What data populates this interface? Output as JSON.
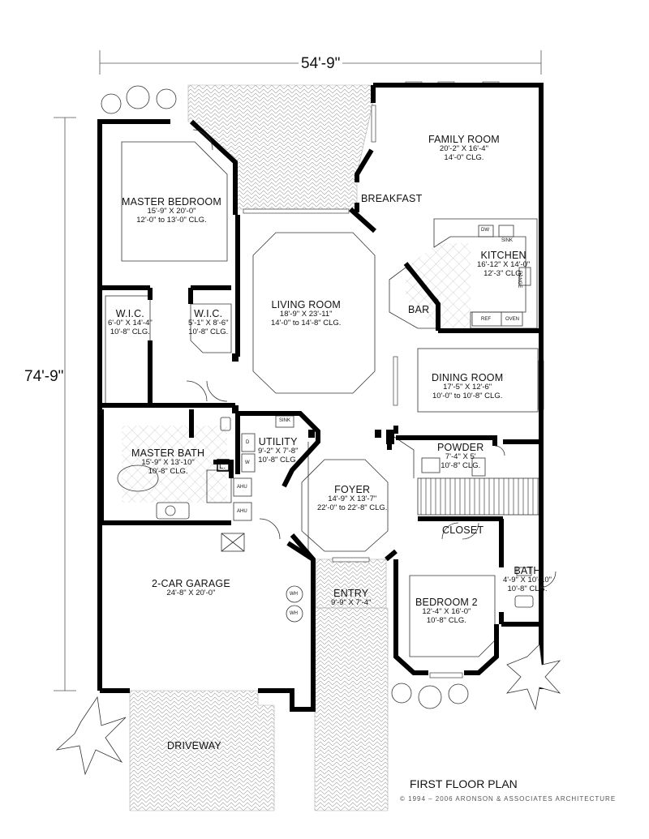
{
  "drawing": {
    "title": "FIRST FLOOR PLAN",
    "copyright": "© 1994 – 2006 ARONSON & ASSOCIATES ARCHITECTURE",
    "overall_width": "54'-9\"",
    "overall_depth": "74'-9\""
  },
  "rooms": {
    "family_room": {
      "name": "FAMILY ROOM",
      "size": "20'-2\" X 16'-4\"",
      "ceiling": "14'-0\" CLG."
    },
    "breakfast": {
      "name": "BREAKFAST"
    },
    "master_bedroom": {
      "name": "MASTER BEDROOM",
      "size": "15'-9\" X 20'-0\"",
      "ceiling": "12'-0\" to 13'-0\" CLG."
    },
    "kitchen": {
      "name": "KITCHEN",
      "size": "16'-12\" X 14'-0\"",
      "ceiling": "12'-3\" CLG."
    },
    "living_room": {
      "name": "LIVING ROOM",
      "size": "18'-9\" X 23'-11\"",
      "ceiling": "14'-0\" to 14'-8\" CLG."
    },
    "bar": {
      "name": "BAR"
    },
    "wic_1": {
      "name": "W.I.C.",
      "size": "6'-0\" X 14'-4\"",
      "ceiling": "10'-8\" CLG."
    },
    "wic_2": {
      "name": "W.I.C.",
      "size": "5'-1\" X 8'-6\"",
      "ceiling": "10'-8\" CLG."
    },
    "dining_room": {
      "name": "DINING ROOM",
      "size": "17'-5\" X 12'-6\"",
      "ceiling": "10'-0\" to 10'-8\" CLG."
    },
    "utility": {
      "name": "UTILITY",
      "size": "9'-2\" X 7'-8\"",
      "ceiling": "10'-8\" CLG."
    },
    "master_bath": {
      "name": "MASTER BATH",
      "size": "15'-9\" X 13'-10\"",
      "ceiling": "10'-8\" CLG."
    },
    "powder": {
      "name": "POWDER",
      "size": "7'-4\" X 5'",
      "ceiling": "10'-8\" CLG."
    },
    "foyer": {
      "name": "FOYER",
      "size": "14'-9\" X 13'-7\"",
      "ceiling": "22'-0\" to 22'-8\" CLG."
    },
    "closet": {
      "name": "CLOSET"
    },
    "garage": {
      "name": "2-CAR GARAGE",
      "size": "24'-8\" X 20'-0\""
    },
    "entry": {
      "name": "ENTRY",
      "size": "9'-9\" X 7'-4\""
    },
    "bedroom_2": {
      "name": "BEDROOM 2",
      "size": "12'-4\" X 16'-0\"",
      "ceiling": "10'-8\" CLG."
    },
    "bath": {
      "name": "BATH",
      "size": "4'-9\" X 10'-10\"",
      "ceiling": "10'-8\" CLG."
    },
    "driveway": {
      "name": "DRIVEWAY"
    }
  },
  "fixtures": {
    "dw": "DW",
    "sink": "SINK",
    "ref": "REF",
    "oven": "OVEN",
    "range": "RANGE",
    "sink_util": "SINK",
    "dryer": "D",
    "washer": "W",
    "ahu": "AHU",
    "wh": "WH",
    "linen": "L."
  },
  "colors": {
    "wall": "#000000",
    "line": "#333333",
    "hatch": "#9a9a9a"
  }
}
